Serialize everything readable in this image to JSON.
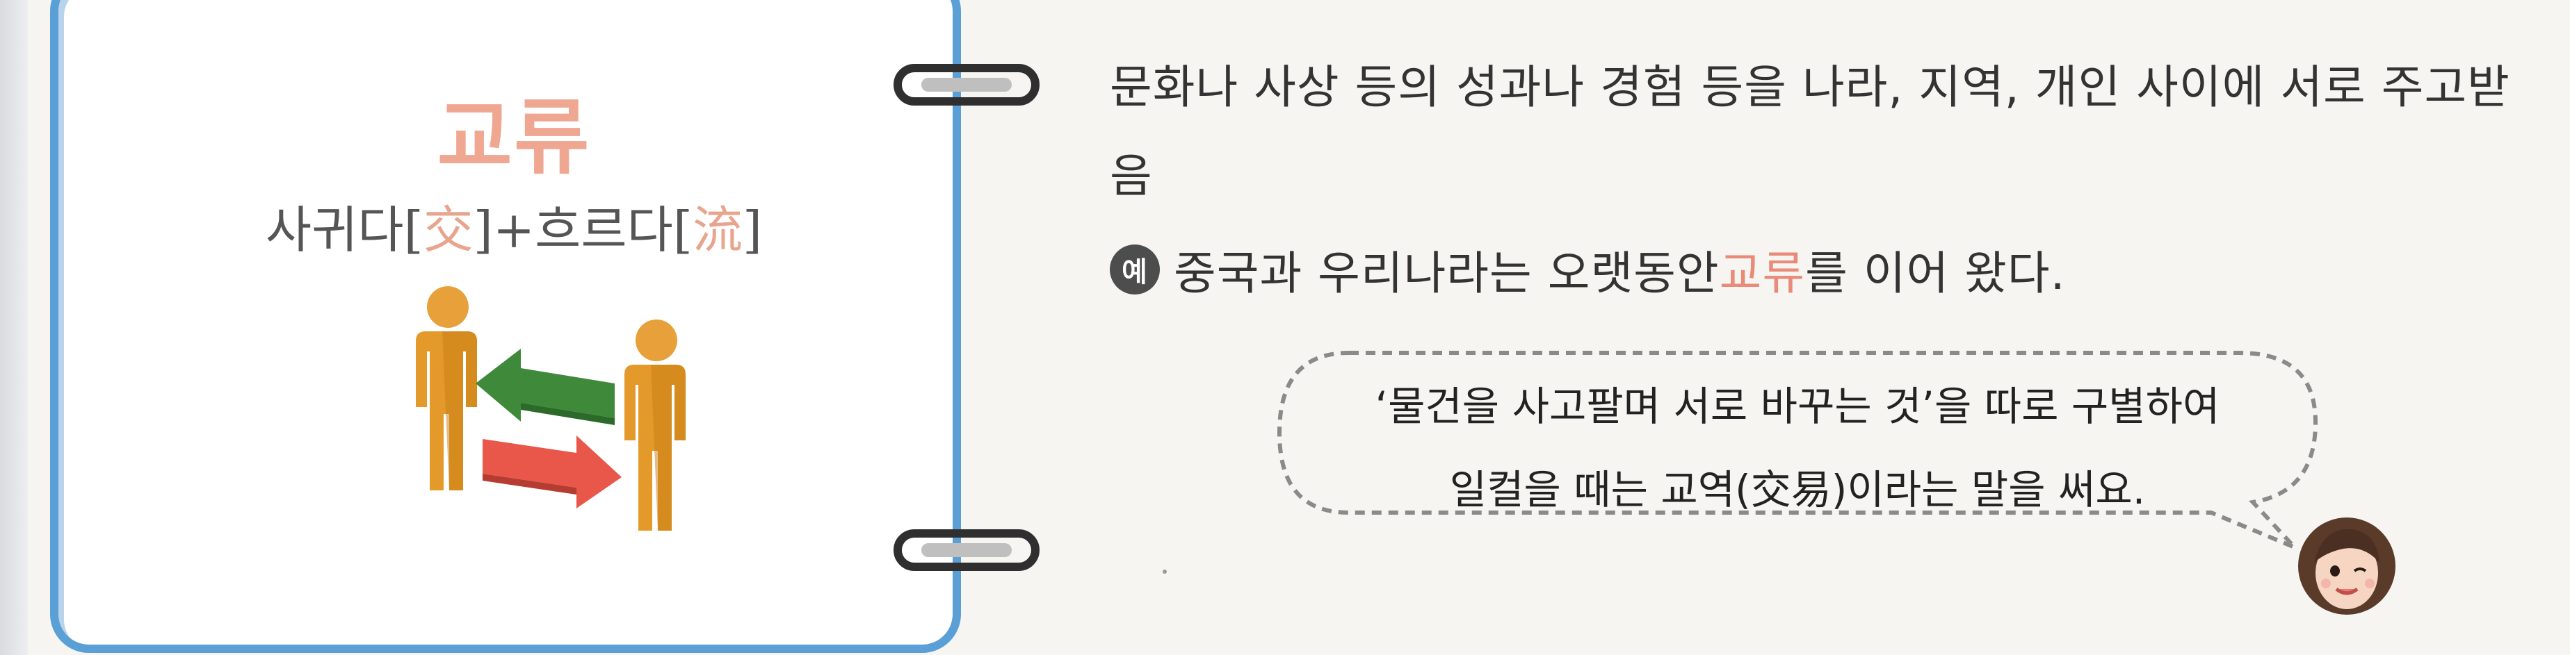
{
  "card": {
    "word": "교류",
    "etymology_prefix": "사귀다[",
    "hanja_1": "交",
    "etymology_mid": "]+흐르다[",
    "hanja_2": "流",
    "etymology_suffix": "]"
  },
  "definition": "문화나 사상 등의 성과나 경험 등을 나라, 지역, 개인 사이에 서로 주고받음",
  "example": {
    "badge": "예",
    "before": "중국과 우리나라는 오랫동안 ",
    "highlight": "교류",
    "after": "를 이어 왔다."
  },
  "bubble": {
    "line1": "‘물건을 사고팔며 서로 바꾸는 것’을 따로 구별하여",
    "line2": "일컬을 때는 교역(交易)이라는 말을 써요."
  },
  "colors": {
    "card_border": "#5aa0d6",
    "word": "#efa791",
    "highlight": "#e98b78",
    "arrow_green": "#3f8a3a",
    "arrow_red": "#e8574a",
    "figure": "#e39a2b"
  }
}
